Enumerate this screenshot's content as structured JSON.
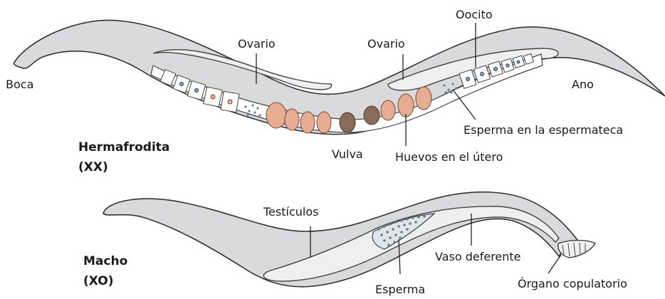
{
  "labels": {
    "herm_title": "Hermafrodita",
    "herm_sub": "(XX)",
    "male_title": "Macho",
    "male_sub": "(XO)",
    "boca": "Boca",
    "ovario_left": "Ovario",
    "ovario_right": "Ovario",
    "oocito": "Oocito",
    "ano": "Ano",
    "esperma_espermateca": "Esperma en  la espermateca",
    "vulva": "Vulva",
    "huevos": "Huevos en el útero",
    "testiculos": "Testículos",
    "vaso": "Vaso deferente",
    "organo": "Órgano copulatorio",
    "esperma": "Esperma"
  },
  "colors": {
    "body": "#d9dadb",
    "gonad": "#eeefef",
    "egg": "#e6ad92",
    "sperm": "#6c7d8c",
    "oocyte_nucleus": "#7fa3c3"
  }
}
